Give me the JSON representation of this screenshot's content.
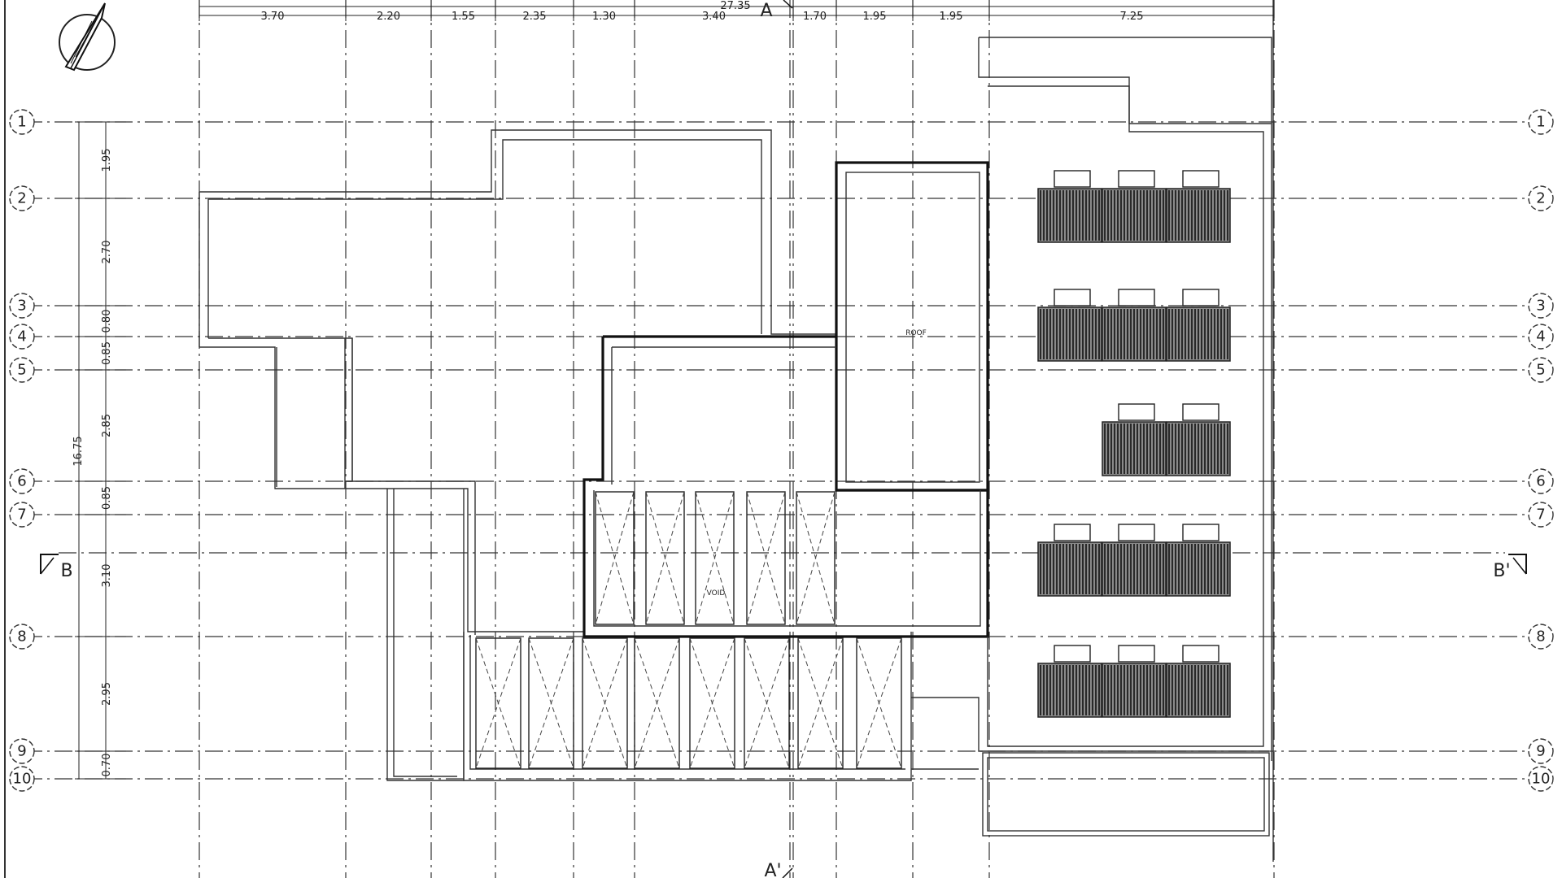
{
  "drawing": {
    "overall_width": "27.35",
    "overall_height": "16.75",
    "room_label": "ROOF",
    "void_label": "VOID"
  },
  "column_dimensions": [
    "3.70",
    "2.20",
    "1.55",
    "2.35",
    "1.30",
    "3.40",
    "1.70",
    "1.95",
    "1.95",
    "7.25"
  ],
  "row_dimensions": [
    "1.95",
    "2.70",
    "0.80",
    "0.85",
    "2.85",
    "0.85",
    "3.10",
    "2.95",
    "0.70"
  ],
  "grid_labels": [
    "1",
    "2",
    "3",
    "4",
    "5",
    "6",
    "7",
    "8",
    "9",
    "10"
  ],
  "sections": {
    "a_top": "A",
    "a_bottom": "A'",
    "b_left": "B",
    "b_right": "B'"
  },
  "north_arrow": "north-arrow-icon",
  "solar_panel_groups": [
    {
      "panels": 3
    },
    {
      "panels": 3
    },
    {
      "panels": 2
    },
    {
      "panels": 3
    },
    {
      "panels": 3
    }
  ]
}
